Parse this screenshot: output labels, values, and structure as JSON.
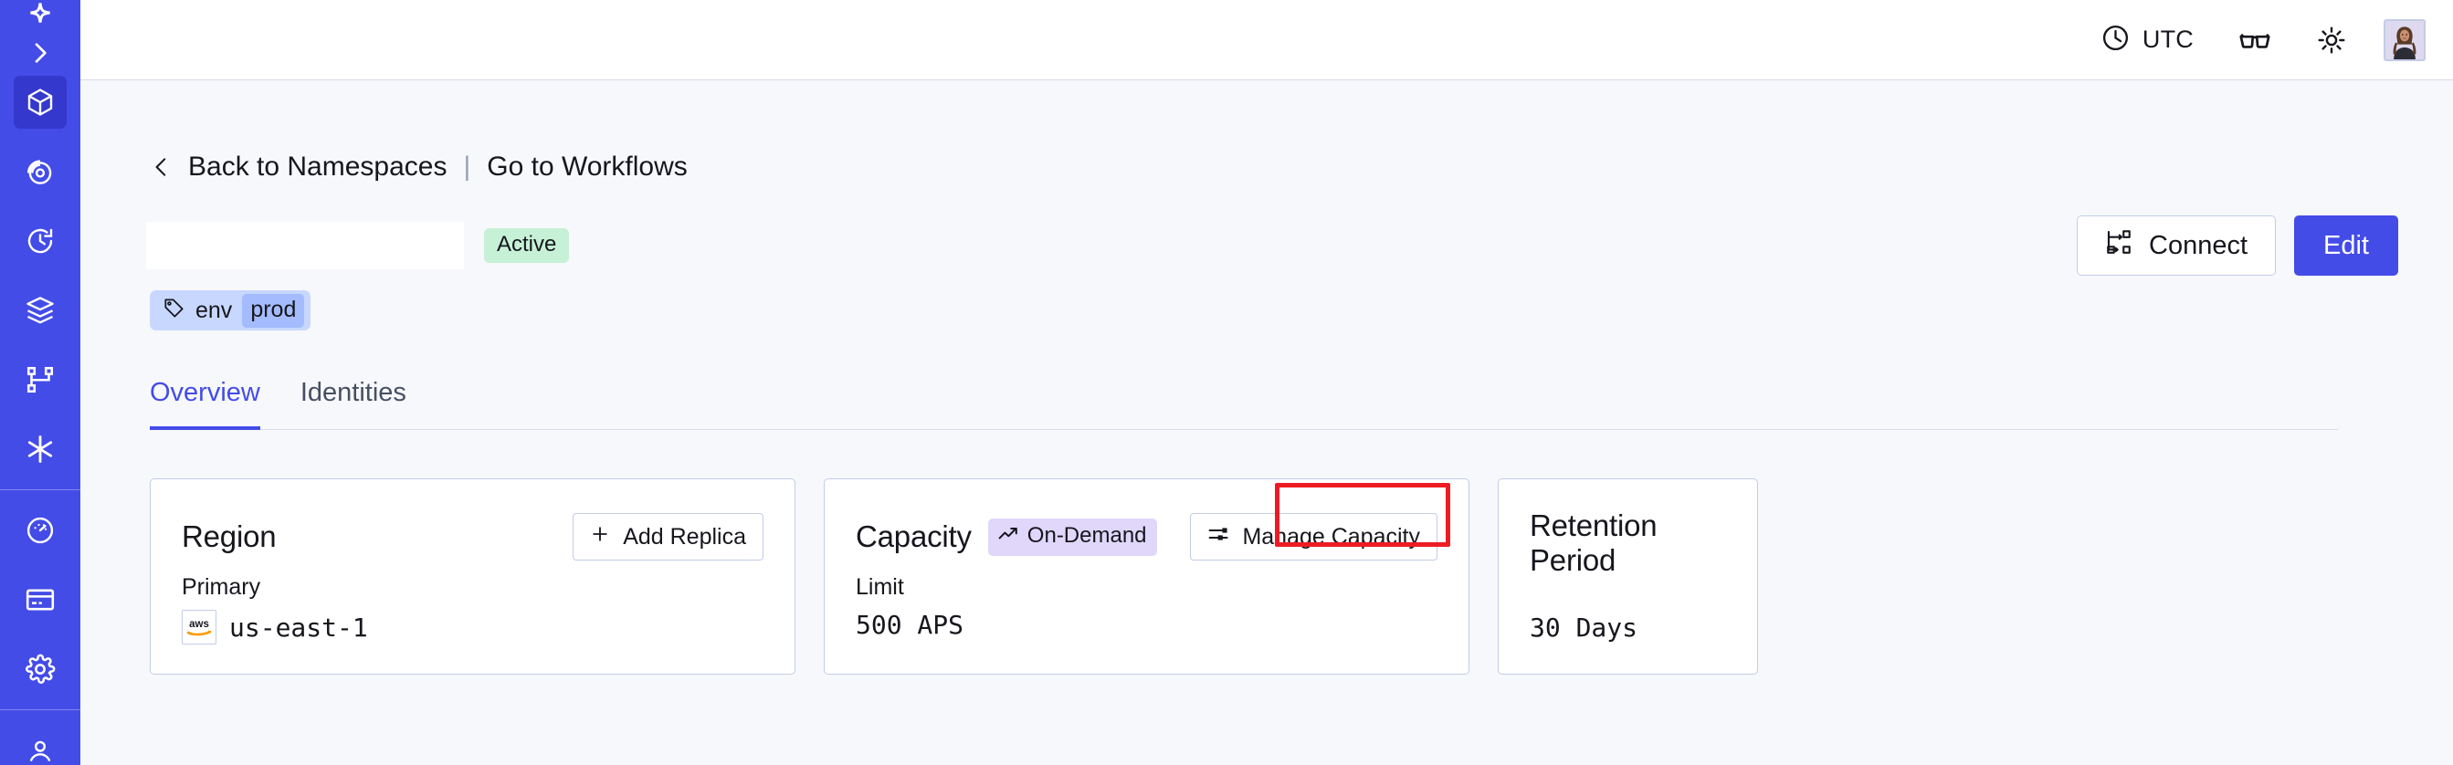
{
  "sidebar": {
    "logo_icon": "temporal-logo-icon",
    "toggle_icon": "chevron-right-icon",
    "items": [
      {
        "name": "namespaces",
        "icon": "cube-icon",
        "active": true
      },
      {
        "name": "observability",
        "icon": "radar-eye-icon",
        "active": false
      },
      {
        "name": "history",
        "icon": "history-clock-icon",
        "active": false
      },
      {
        "name": "batch-operations",
        "icon": "layers-icon",
        "active": false
      },
      {
        "name": "schedules",
        "icon": "branch-nodes-icon",
        "active": false
      },
      {
        "name": "nexus",
        "icon": "asterisk-icon",
        "active": false
      }
    ],
    "bottom_items": [
      {
        "name": "usage",
        "icon": "gauge-icon",
        "active": false
      },
      {
        "name": "billing",
        "icon": "credit-card-icon",
        "active": false
      },
      {
        "name": "settings",
        "icon": "gear-icon",
        "active": false
      }
    ]
  },
  "topbar": {
    "timezone_icon": "clock-icon",
    "timezone_label": "UTC",
    "glasses_icon": "glasses-icon",
    "theme_icon": "sun-icon",
    "avatar_icon": "user-avatar"
  },
  "breadcrumb": {
    "back_icon": "chevron-left-icon",
    "back_label": "Back to Namespaces",
    "separator": "|",
    "workflows_label": "Go to Workflows"
  },
  "header": {
    "title": "",
    "title_redacted": true,
    "status_badge": "Active",
    "connect_label": "Connect",
    "connect_icon": "connect-network-icon",
    "edit_label": "Edit",
    "tag": {
      "icon": "tag-icon",
      "key": "env",
      "value": "prod"
    }
  },
  "tabs": [
    {
      "label": "Overview",
      "active": true
    },
    {
      "label": "Identities",
      "active": false
    }
  ],
  "cards": {
    "region": {
      "title": "Region",
      "action_label": "Add Replica",
      "action_icon": "plus-icon",
      "sub_label": "Primary",
      "provider_icon": "aws-logo",
      "provider_text": "aws",
      "value": "us-east-1"
    },
    "capacity": {
      "title": "Capacity",
      "badge_label": "On-Demand",
      "badge_icon": "trending-up-icon",
      "action_label": "Manage Capacity",
      "action_icon": "sliders-icon",
      "sub_label": "Limit",
      "value": "500 APS",
      "highlighted": true
    },
    "retention": {
      "title": "Retention Period",
      "value": "30 Days"
    }
  },
  "colors": {
    "sidebar_bg": "#444ce7",
    "sidebar_active": "#3538cd",
    "accent": "#444ce7",
    "page_bg": "#f7f8fb",
    "card_border": "#c3cce8",
    "badge_active_bg": "#c6f1d6",
    "badge_ondemand_bg": "#e0d7fb",
    "tag_bg": "#c7d7fe",
    "tag_value_bg": "#a4bcfd",
    "highlight_red": "#ed1c24"
  }
}
